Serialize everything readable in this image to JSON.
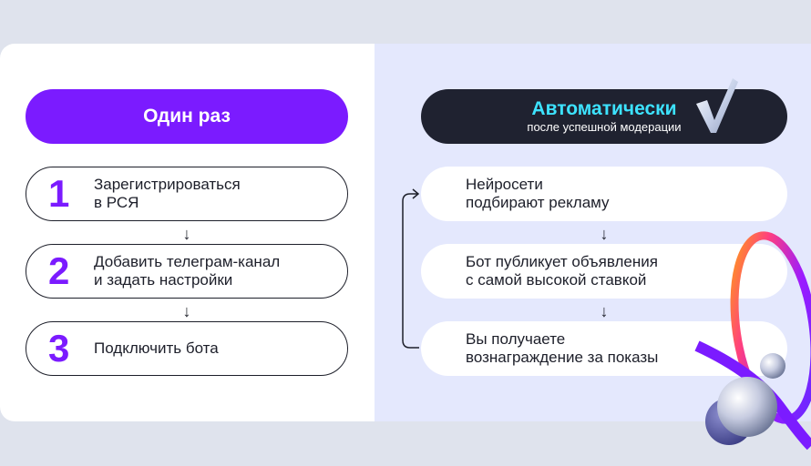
{
  "left": {
    "header": "Один раз",
    "steps": [
      {
        "number": "1",
        "text": "Зарегистрироваться\nв РСЯ"
      },
      {
        "number": "2",
        "text": "Добавить телеграм-канал\nи задать настройки"
      },
      {
        "number": "3",
        "text": "Подключить бота"
      }
    ],
    "arrow": "↓"
  },
  "right": {
    "header_title": "Автоматически",
    "header_subtitle": "после успешной модерации",
    "steps": [
      {
        "text": "Нейросети\nподбирают рекламу"
      },
      {
        "text": "Бот публикует объявления\nс самой высокой ставкой"
      },
      {
        "text": "Вы получаете\nвознаграждение за показы"
      }
    ],
    "arrow": "↓"
  },
  "colors": {
    "accent_purple": "#7b1bff",
    "accent_cyan": "#3de3ff",
    "dark": "#1f2230",
    "panel_right": "#e4e8fd",
    "background": "#dfe3ed"
  },
  "icons": [
    "checkmark-icon",
    "loop-arrow-icon",
    "ribbon-decoration"
  ]
}
